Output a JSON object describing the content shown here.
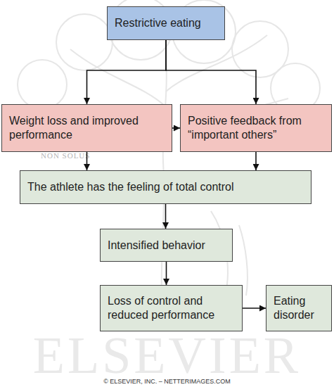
{
  "diagram": {
    "nodes": [
      {
        "text": [
          "Restrictive eating"
        ]
      },
      {
        "text": [
          "Weight loss and improved performance"
        ]
      },
      {
        "text": [
          "Positive feedback from “important others”"
        ]
      },
      {
        "text": [
          "The athlete has the feeling of total control"
        ]
      },
      {
        "text": [
          "Intensified behavior"
        ]
      },
      {
        "text": [
          "Loss of control and reduced performance"
        ]
      },
      {
        "text": [
          "Eating disorder"
        ]
      }
    ],
    "edges": [
      {
        "from": 0,
        "to": 1,
        "arrow": "to"
      },
      {
        "from": 0,
        "to": 2,
        "arrow": "to"
      },
      {
        "from": 1,
        "to": 2,
        "arrow": "to"
      },
      {
        "from": 1,
        "to": 3,
        "arrow": "to"
      },
      {
        "from": 2,
        "to": 3,
        "arrow": "to"
      },
      {
        "from": 3,
        "to": 4,
        "arrow": "to"
      },
      {
        "from": 4,
        "to": 5,
        "arrow": "to"
      },
      {
        "from": 5,
        "to": 6,
        "arrow": "to"
      }
    ],
    "labels": [
      "NON SOLUS",
      "ELSEVIER",
      "© ELSEVIER, INC. – NETTERIMAGES.COM"
    ]
  }
}
